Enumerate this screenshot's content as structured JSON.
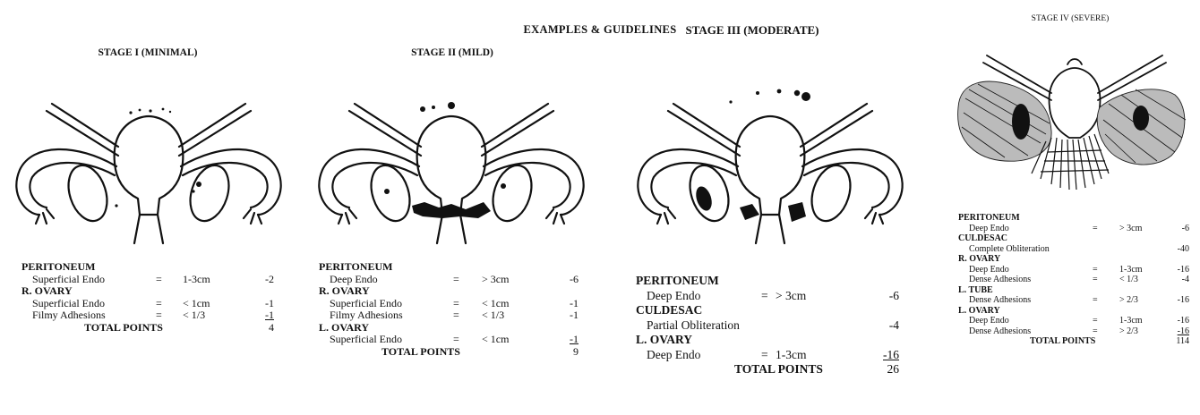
{
  "header": "EXAMPLES & GUIDELINES",
  "stages": [
    {
      "title": "STAGE I (MINIMAL)",
      "rows": [
        {
          "label": "PERITONEUM",
          "section": true
        },
        {
          "label": "Superficial Endo",
          "eq": "=",
          "size": "1-3cm",
          "points": "-2"
        },
        {
          "label": "R. OVARY",
          "section": true
        },
        {
          "label": "Superficial Endo",
          "eq": "=",
          "size": "< 1cm",
          "points": "-1"
        },
        {
          "label": "Filmy Adhesions",
          "eq": "=",
          "size": "< 1/3",
          "points": "-1"
        }
      ],
      "total_label": "TOTAL POINTS",
      "total": "4"
    },
    {
      "title": "STAGE II (MILD)",
      "rows": [
        {
          "label": "PERITONEUM",
          "section": true
        },
        {
          "label": "Deep Endo",
          "eq": "=",
          "size": "> 3cm",
          "points": "-6"
        },
        {
          "label": "R. OVARY",
          "section": true
        },
        {
          "label": "Superficial Endo",
          "eq": "=",
          "size": "< 1cm",
          "points": "-1"
        },
        {
          "label": "Filmy Adhesions",
          "eq": "=",
          "size": "< 1/3",
          "points": "-1"
        },
        {
          "label": "L. OVARY",
          "section": true
        },
        {
          "label": "Superficial Endo",
          "eq": "=",
          "size": "< 1cm",
          "points": "-1"
        }
      ],
      "total_label": "TOTAL POINTS",
      "total": "9"
    },
    {
      "title": "STAGE III (MODERATE)",
      "rows": [
        {
          "label": "PERITONEUM",
          "section": true
        },
        {
          "label": "Deep Endo",
          "eq": "=",
          "size": "> 3cm",
          "points": "-6"
        },
        {
          "label": "CULDESAC",
          "section": true
        },
        {
          "label": "Partial Obliteration",
          "eq": "",
          "size": "",
          "points": "-4"
        },
        {
          "label": "L. OVARY",
          "section": true
        },
        {
          "label": "Deep Endo",
          "eq": "=",
          "size": "1-3cm",
          "points": "-16"
        }
      ],
      "total_label": "TOTAL POINTS",
      "total": "26"
    },
    {
      "title": "STAGE IV (SEVERE)",
      "rows": [
        {
          "label": "PERITONEUM",
          "section": true
        },
        {
          "label": "Deep Endo",
          "eq": "=",
          "size": "> 3cm",
          "points": "-6"
        },
        {
          "label": "CULDESAC",
          "section": true
        },
        {
          "label": "Complete Obliteration",
          "eq": "",
          "size": "",
          "points": "-40"
        },
        {
          "label": "R. OVARY",
          "section": true
        },
        {
          "label": "Deep Endo",
          "eq": "=",
          "size": "1-3cm",
          "points": "-16"
        },
        {
          "label": "Dense Adhesions",
          "eq": "=",
          "size": "< 1/3",
          "points": "-4"
        },
        {
          "label": "L. TUBE",
          "section": true
        },
        {
          "label": "Dense Adhesions",
          "eq": "=",
          "size": "> 2/3",
          "points": "-16"
        },
        {
          "label": "L. OVARY",
          "section": true
        },
        {
          "label": "Deep Endo",
          "eq": "=",
          "size": "1-3cm",
          "points": "-16"
        },
        {
          "label": "Dense Adhesions",
          "eq": "=",
          "size": "> 2/3",
          "points": "-16"
        }
      ],
      "total_label": "TOTAL POINTS",
      "total": "114"
    }
  ]
}
